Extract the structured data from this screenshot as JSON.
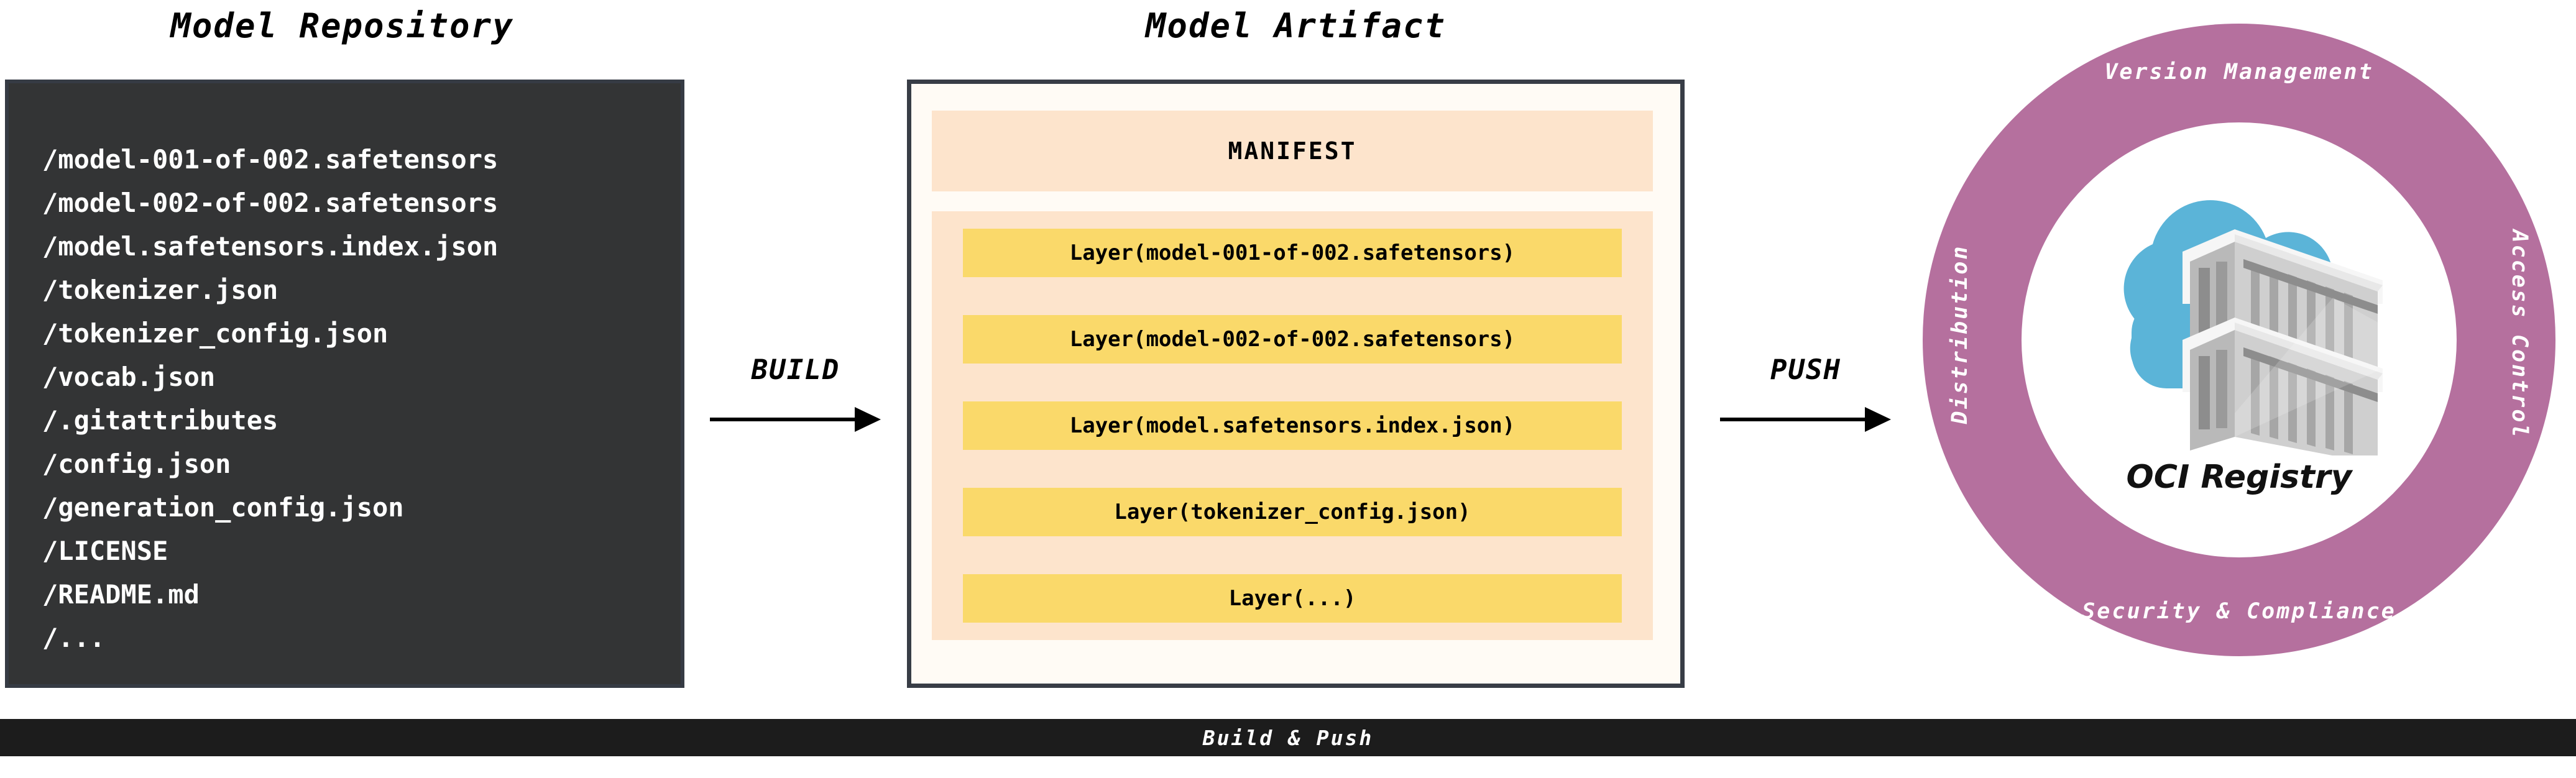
{
  "repository": {
    "title": "Model Repository",
    "files": [
      "/model-001-of-002.safetensors",
      "/model-002-of-002.safetensors",
      "/model.safetensors.index.json",
      "/tokenizer.json",
      "/tokenizer_config.json",
      "/vocab.json",
      "/.gitattributes",
      "/config.json",
      "/generation_config.json",
      "/LICENSE",
      "/README.md",
      "/..."
    ]
  },
  "artifact": {
    "title": "Model Artifact",
    "manifest_label": "MANIFEST",
    "layers": [
      "Layer(model-001-of-002.safetensors)",
      "Layer(model-002-of-002.safetensors)",
      "Layer(model.safetensors.index.json)",
      "Layer(tokenizer_config.json)",
      "Layer(...)"
    ]
  },
  "arrows": {
    "build": "BUILD",
    "push": "PUSH"
  },
  "registry": {
    "caption": "OCI Registry",
    "ring_labels": {
      "top": "Version Management",
      "right": "Access Control",
      "bottom": "Security & Compliance",
      "left": "Distribution"
    },
    "icon": "cloud-container-icon"
  },
  "footer": {
    "label": "Build & Push"
  },
  "colors": {
    "repo_background": "#333435",
    "repo_border": "#363b44",
    "artifact_background": "#fffbf5",
    "artifact_border": "#383d46",
    "manifest_background": "#fde4cc",
    "layers_background": "#fde4cc",
    "layer_chip": "#fad96a",
    "registry_ring": "#b5709e",
    "registry_inner": "#ffffff",
    "cloud_blue": "#5bb4d8",
    "footer_background": "#1c1c1c",
    "text_light": "#ffffff",
    "text_dark": "#000000"
  }
}
